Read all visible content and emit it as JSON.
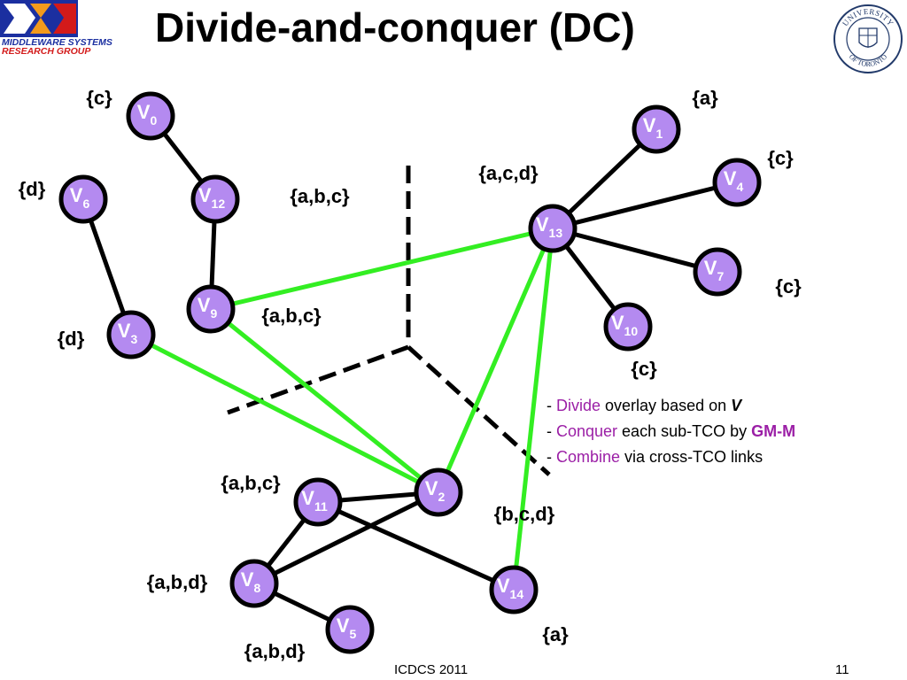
{
  "header": {
    "title": "Divide-and-conquer (DC)",
    "logo_line1": "MIDDLEWARE SYSTEMS",
    "logo_line2": "RESEARCH GROUP",
    "seal_top": "UNIVERSITY",
    "seal_bottom": "OF TORONTO"
  },
  "diagram": {
    "nodes": [
      {
        "id": "v0",
        "label": "V",
        "sub": "0",
        "topic": "{c}"
      },
      {
        "id": "v1",
        "label": "V",
        "sub": "1",
        "topic": "{a}"
      },
      {
        "id": "v2",
        "label": "V",
        "sub": "2",
        "topic": "{b,c,d}"
      },
      {
        "id": "v3",
        "label": "V",
        "sub": "3",
        "topic": "{d}"
      },
      {
        "id": "v4",
        "label": "V",
        "sub": "4",
        "topic": "{c}"
      },
      {
        "id": "v5",
        "label": "V",
        "sub": "5",
        "topic": "{a,b,d}"
      },
      {
        "id": "v6",
        "label": "V",
        "sub": "6",
        "topic": "{d}"
      },
      {
        "id": "v7",
        "label": "V",
        "sub": "7",
        "topic": "{c}"
      },
      {
        "id": "v8",
        "label": "V",
        "sub": "8",
        "topic": "{a,b,d}"
      },
      {
        "id": "v9",
        "label": "V",
        "sub": "9",
        "topic": "{a,b,c}"
      },
      {
        "id": "v10",
        "label": "V",
        "sub": "10",
        "topic": "{c}"
      },
      {
        "id": "v11",
        "label": "V",
        "sub": "11",
        "topic": "{a,b,c}"
      },
      {
        "id": "v12",
        "label": "V",
        "sub": "12",
        "topic": "{a,b,c}"
      },
      {
        "id": "v13",
        "label": "V",
        "sub": "13",
        "topic": "{a,c,d}"
      },
      {
        "id": "v14",
        "label": "V",
        "sub": "14",
        "topic": "{a}"
      }
    ],
    "edges": [
      {
        "from": "v0",
        "to": "v12",
        "kind": "intra"
      },
      {
        "from": "v12",
        "to": "v9",
        "kind": "intra"
      },
      {
        "from": "v6",
        "to": "v3",
        "kind": "intra"
      },
      {
        "from": "v13",
        "to": "v1",
        "kind": "intra"
      },
      {
        "from": "v13",
        "to": "v4",
        "kind": "intra"
      },
      {
        "from": "v13",
        "to": "v7",
        "kind": "intra"
      },
      {
        "from": "v13",
        "to": "v10",
        "kind": "intra"
      },
      {
        "from": "v11",
        "to": "v2",
        "kind": "intra"
      },
      {
        "from": "v11",
        "to": "v8",
        "kind": "intra"
      },
      {
        "from": "v11",
        "to": "v14",
        "kind": "intra"
      },
      {
        "from": "v2",
        "to": "v8",
        "kind": "intra"
      },
      {
        "from": "v8",
        "to": "v5",
        "kind": "intra"
      },
      {
        "from": "v9",
        "to": "v13",
        "kind": "cross"
      },
      {
        "from": "v9",
        "to": "v2",
        "kind": "cross"
      },
      {
        "from": "v3",
        "to": "v2",
        "kind": "cross"
      },
      {
        "from": "v13",
        "to": "v2",
        "kind": "cross"
      },
      {
        "from": "v13",
        "to": "v14",
        "kind": "cross"
      }
    ],
    "colors": {
      "node_fill": "#b48af0",
      "node_stroke": "#000000",
      "intra_edge": "#000000",
      "cross_edge": "#33ee22",
      "divider": "#000000"
    }
  },
  "legend": {
    "line1": {
      "dash": "- ",
      "key": "Divide",
      "rest": " overlay based on ",
      "emph": "V"
    },
    "line2": {
      "dash": "- ",
      "key": "Conquer",
      "rest": " each sub-TCO by ",
      "emph": "GM-M"
    },
    "line3": {
      "dash": "- ",
      "key": "Combine",
      "rest": " via cross-TCO links"
    }
  },
  "footer": {
    "conference": "ICDCS 2011",
    "page": "11"
  }
}
